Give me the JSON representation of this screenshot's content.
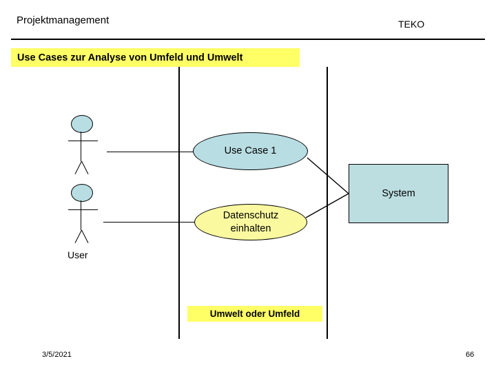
{
  "header": {
    "left_title": "Projektmanagement",
    "right_title": "TEKO"
  },
  "title_band": {
    "text": "Use Cases zur Analyse von Umfeld und Umwelt"
  },
  "diagram": {
    "actors": [
      {
        "id": "actor-1",
        "label": ""
      },
      {
        "id": "actor-2",
        "label": "User"
      }
    ],
    "use_cases": [
      {
        "id": "use-case-1",
        "label": "Use Case 1",
        "fill": "#b8dde2"
      },
      {
        "id": "use-case-2",
        "label_line1": "Datenschutz",
        "label_line2": "einhalten",
        "fill": "#fbf9a0"
      }
    ],
    "system_box": {
      "label": "System",
      "fill": "#bcdee1"
    },
    "boundary_label": "Umwelt oder Umfeld",
    "colors": {
      "highlight_yellow": "#ffff66",
      "usecase_blue": "#b8dde2",
      "usecase_yellow": "#fbf9a0",
      "system_blue": "#bcdee1",
      "stroke": "#000000"
    }
  },
  "footer": {
    "date": "3/5/2021",
    "page_number": "66"
  }
}
